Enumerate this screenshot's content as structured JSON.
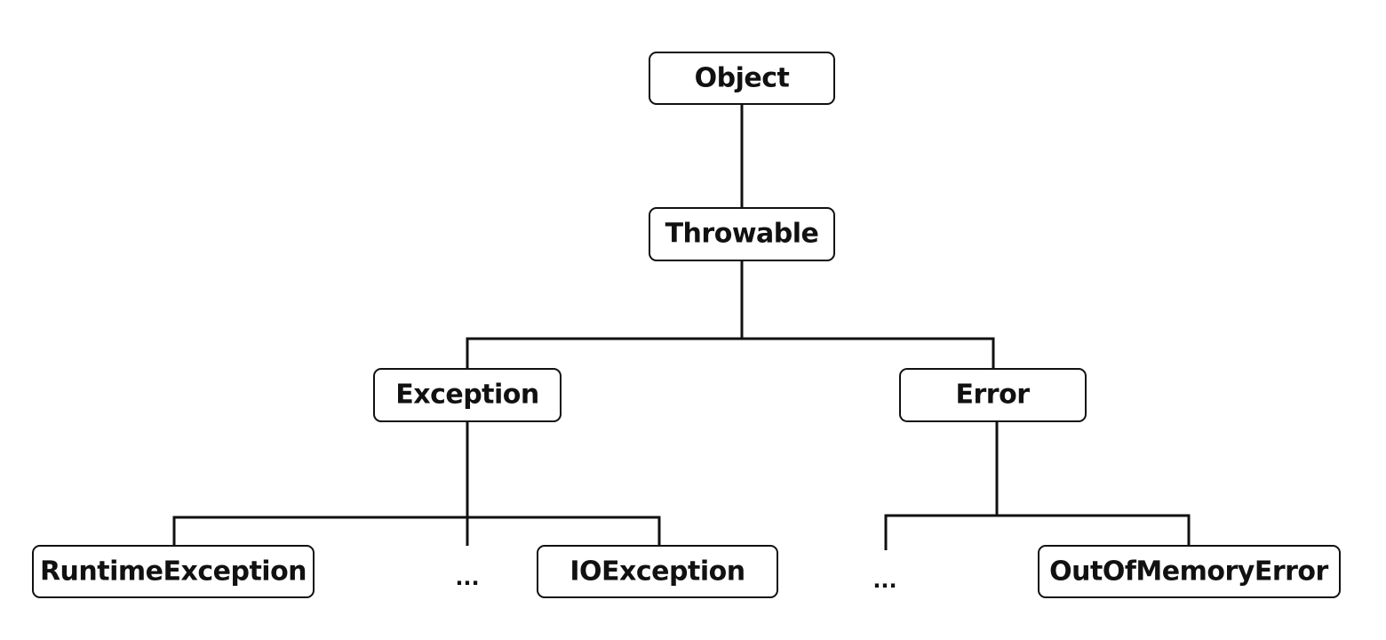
{
  "nodes": {
    "object": "Object",
    "throwable": "Throwable",
    "exception": "Exception",
    "error": "Error",
    "runtime_exception": "RuntimeException",
    "exception_more": "...",
    "io_exception": "IOException",
    "error_more": "...",
    "out_of_memory_error": "OutOfMemoryError"
  },
  "colors": {
    "line": "#111111",
    "box_fill": "#ffffff"
  }
}
